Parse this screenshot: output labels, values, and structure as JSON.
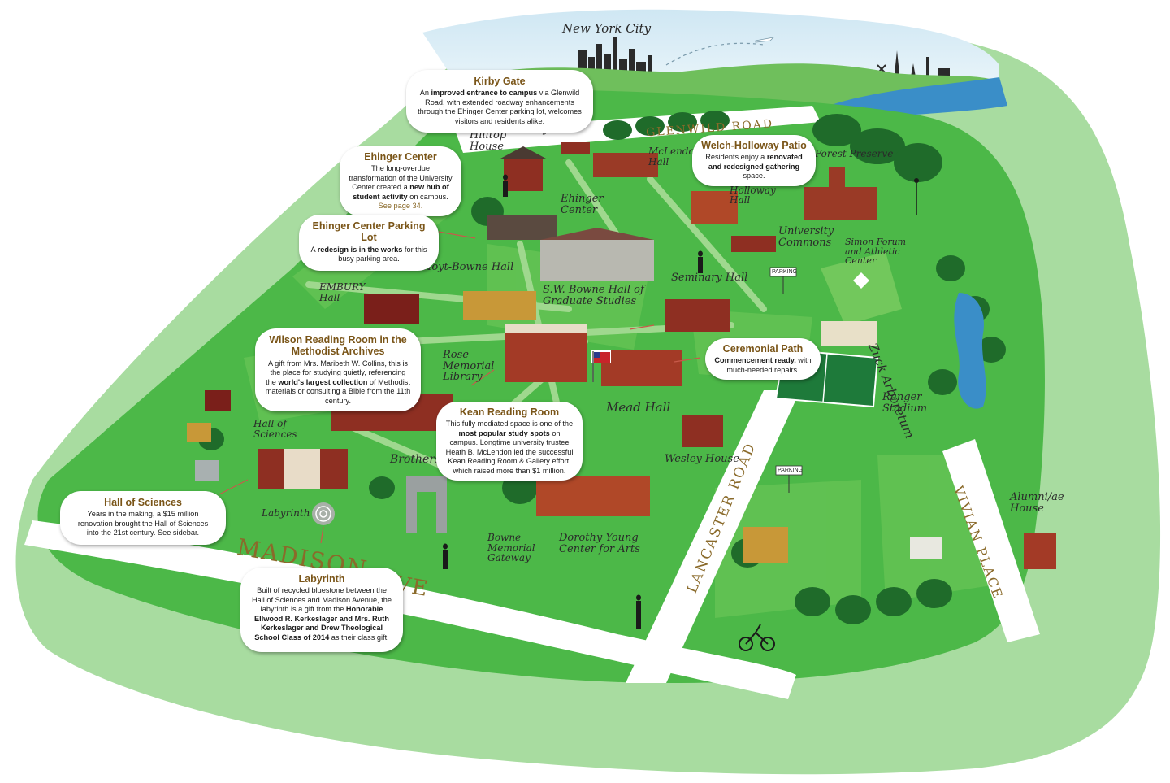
{
  "callouts": {
    "kirby_gate": {
      "title": "Kirby Gate",
      "p1": "An ",
      "b1": "improved entrance to campus",
      "p2": " via Glenwild Road, with extended roadway enhancements through the Ehinger Center parking lot, welcomes visitors and residents alike."
    },
    "ehinger_center": {
      "title": "Ehinger Center",
      "p1": "The long-overdue transformation of the University Center created a ",
      "b1": "new hub of student activity",
      "p2": " on campus.",
      "link": "See page 34."
    },
    "ehinger_parking": {
      "title": "Ehinger Center Parking Lot",
      "p1": "A ",
      "b1": "redesign is in the works",
      "p2": " for this busy parking area."
    },
    "welch_holloway": {
      "title": "Welch-Holloway Patio",
      "p1": "Residents enjoy a ",
      "b1": "renovated and redesigned gathering",
      "p2": " space."
    },
    "wilson_reading": {
      "title": "Wilson Reading Room in the Methodist Archives",
      "p1": "A gift from Mrs. Maribeth W. Collins, this is the place for studying quietly, referencing the ",
      "b1": "world's largest collection",
      "p2": " of Methodist materials or consulting a Bible from the 11th century."
    },
    "ceremonial_path": {
      "title": "Ceremonial Path",
      "b1": "Commencement ready,",
      "p2": " with much-needed repairs."
    },
    "kean_reading": {
      "title": "Kean Reading Room",
      "p1": "This fully mediated space is one of the ",
      "b1": "most popular study spots",
      "p2": " on campus. Longtime university trustee Heath B. McLendon led the successful Kean Reading Room & Gallery effort, which raised more than $1 million."
    },
    "hall_of_sciences": {
      "title": "Hall of Sciences",
      "p1": "Years in the making, a $15 million renovation brought the Hall of Sciences into the 21st century. See sidebar."
    },
    "labyrinth": {
      "title": "Labyrinth",
      "p1": "Built of recycled bluestone between the Hall of Sciences and Madison Avenue, the labyrinth is a gift from the ",
      "b1": "Honorable Ellwood R. Kerkeslager and Mrs. Ruth Kerkeslager and Drew Theological School Class of 2014",
      "p2": " as their class gift."
    }
  },
  "labels": {
    "new_york_city": "New York City",
    "hilltop_house": "Hilltop House",
    "kirby_gate": "Kirby Gate",
    "mclendon_hall": "McLendon Hall",
    "forest_preserve": "Forest Preserve",
    "welch_holloway_hall": "Welch/ Holloway Hall",
    "ehinger_center": "Ehinger Center",
    "university_commons": "University Commons",
    "simon_forum": "Simon Forum and Athletic Center",
    "hoyt_bowne_hall": "Hoyt-Bowne Hall",
    "sw_bowne_hall": "S.W. Bowne Hall of Graduate Studies",
    "seminary_hall": "Seminary Hall",
    "embury_hall": "EMBURY Hall",
    "zuck_arboretum": "Zuck Arboretum",
    "rose_memorial_library": "Rose Memorial Library",
    "mead_hall": "Mead Hall",
    "ranger_stadium": "Ranger Stadium",
    "hall_of_sciences": "Hall of Sciences",
    "brothers_college": "Brothers College",
    "wesley_house": "Wesley House",
    "labyrinth": "Labyrinth",
    "bowne_memorial_gateway": "Bowne Memorial Gateway",
    "dorothy_young_center": "Dorothy Young Center for Arts",
    "alumni_house": "Alumni/ae House",
    "parking_1": "PARKING",
    "parking_2": "PARKING"
  },
  "roads": {
    "glenwild": "GLENWILD ROAD",
    "madison_left": "MADISON",
    "madison_right": "AVE",
    "lancaster": "LANCASTER ROAD",
    "vivian": "VIVIAN PLACE"
  },
  "colors": {
    "lawn": "#4cb848",
    "lawn_light": "#6cc458",
    "outer_green": "#a8dca0",
    "road": "#ffffff",
    "sky": "#d8ecf5",
    "water": "#3a8ec8",
    "callout_title": "#7a5518",
    "brick": "#a33a26",
    "roof": "#4a3a32"
  }
}
